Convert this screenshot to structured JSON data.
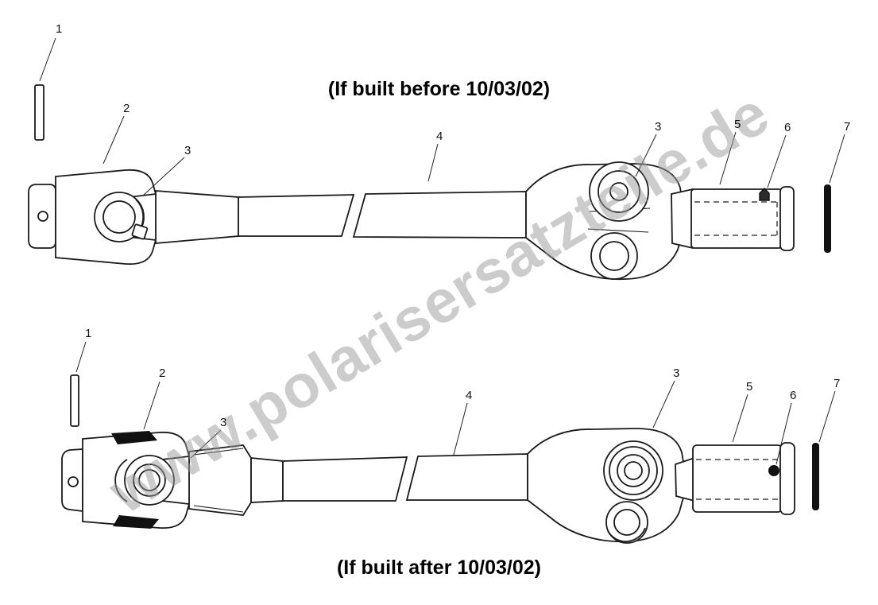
{
  "page": {
    "watermark": "www.polarisersatzteile.de",
    "titles": {
      "before": "(If built before 10/03/02)",
      "after": "(If built after 10/03/02)"
    }
  },
  "callouts": {
    "top": [
      {
        "label": "1"
      },
      {
        "label": "2"
      },
      {
        "label": "3"
      },
      {
        "label": "4"
      },
      {
        "label": "3"
      },
      {
        "label": "5"
      },
      {
        "label": "6"
      },
      {
        "label": "7"
      }
    ],
    "bottom": [
      {
        "label": "1"
      },
      {
        "label": "2"
      },
      {
        "label": "3"
      },
      {
        "label": "4"
      },
      {
        "label": "3"
      },
      {
        "label": "5"
      },
      {
        "label": "6"
      },
      {
        "label": "7"
      }
    ]
  }
}
